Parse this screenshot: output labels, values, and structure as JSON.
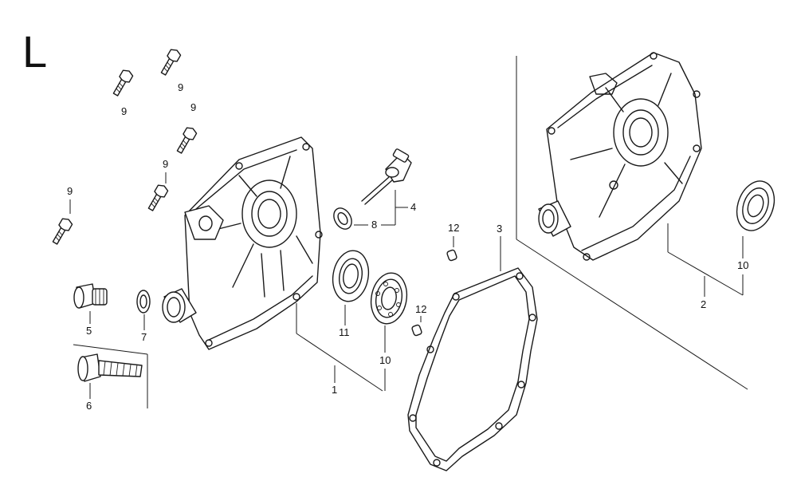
{
  "diagram": {
    "section_letter": "L",
    "callouts": {
      "c1": "1",
      "c2": "2",
      "c3": "3",
      "c4": "4",
      "c5": "5",
      "c6": "6",
      "c7": "7",
      "c8": "8",
      "c9a": "9",
      "c9b": "9",
      "c9c": "9",
      "c9d": "9",
      "c9e": "9",
      "c10a": "10",
      "c10b": "10",
      "c11": "11",
      "c12a": "12",
      "c12b": "12"
    }
  }
}
